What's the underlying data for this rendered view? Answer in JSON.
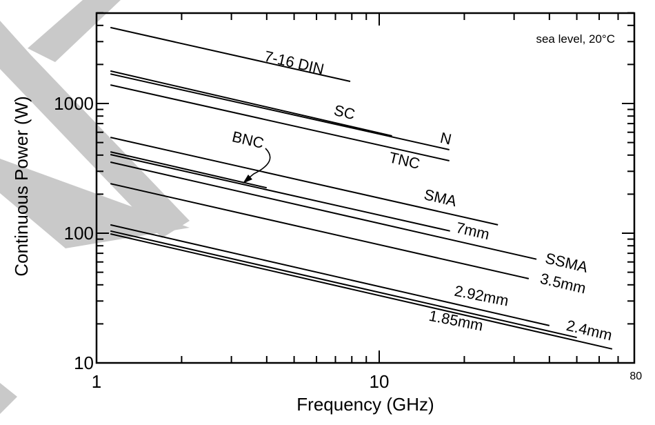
{
  "chart_data": {
    "type": "line",
    "title": "",
    "xlabel": "Frequency (GHz)",
    "ylabel": "Continuous Power (W)",
    "xscale": "log",
    "yscale": "log",
    "xlim": [
      1,
      80
    ],
    "ylim": [
      10,
      5000
    ],
    "x_tick_labels": [
      "1",
      "10",
      "80"
    ],
    "x_tick_values": [
      1,
      10,
      80
    ],
    "y_tick_labels": [
      "10",
      "100",
      "1000"
    ],
    "y_tick_values": [
      10,
      100,
      1000
    ],
    "annotation": "sea level, 20°C",
    "grid": false,
    "series": [
      {
        "name": "7-16 DIN",
        "x": [
          1.12,
          7.9
        ],
        "y": [
          3850,
          1480
        ]
      },
      {
        "name": "SC",
        "x": [
          1.12,
          11.1
        ],
        "y": [
          1780,
          562
        ]
      },
      {
        "name": "N",
        "x": [
          1.12,
          17.7
        ],
        "y": [
          1690,
          440
        ]
      },
      {
        "name": "TNC",
        "x": [
          1.12,
          17.7
        ],
        "y": [
          1390,
          362
        ]
      },
      {
        "name": "SMA",
        "x": [
          1.12,
          26.3
        ],
        "y": [
          548,
          116
        ]
      },
      {
        "name": "BNC",
        "x": [
          1.12,
          4.0
        ],
        "y": [
          424,
          224
        ]
      },
      {
        "name": "7mm",
        "x": [
          1.12,
          17.8
        ],
        "y": [
          404,
          104
        ]
      },
      {
        "name": "SSMA",
        "x": [
          1.12,
          36
        ],
        "y": [
          353,
          63
        ]
      },
      {
        "name": "3.5mm",
        "x": [
          1.12,
          33.8
        ],
        "y": [
          241,
          44.6
        ]
      },
      {
        "name": "2.92mm",
        "x": [
          1.12,
          40
        ],
        "y": [
          116,
          19.4
        ]
      },
      {
        "name": "2.4mm",
        "x": [
          1.12,
          50
        ],
        "y": [
          104,
          15.7
        ]
      },
      {
        "name": "1.85mm",
        "x": [
          1.12,
          66.7
        ],
        "y": [
          98.8,
          12.8
        ]
      }
    ]
  }
}
